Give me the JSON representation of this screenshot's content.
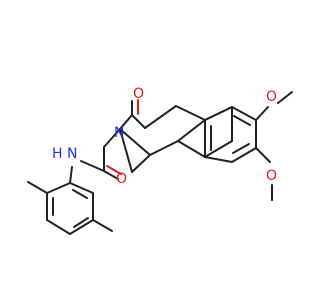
{
  "molecule": {
    "atoms": {
      "carbonyl_oxygen": "O",
      "ring_nitrogen": "N",
      "amide_nitrogen": "N",
      "amide_hydrogen": "H",
      "amide_oxygen": "O",
      "methoxy_oxygen_top": "O",
      "methoxy_oxygen_bottom": "O"
    },
    "colors": {
      "bond": "#222222",
      "oxygen": "#e11b1b",
      "nitrogen": "#2a2ef0",
      "background": "#ffffff"
    }
  }
}
